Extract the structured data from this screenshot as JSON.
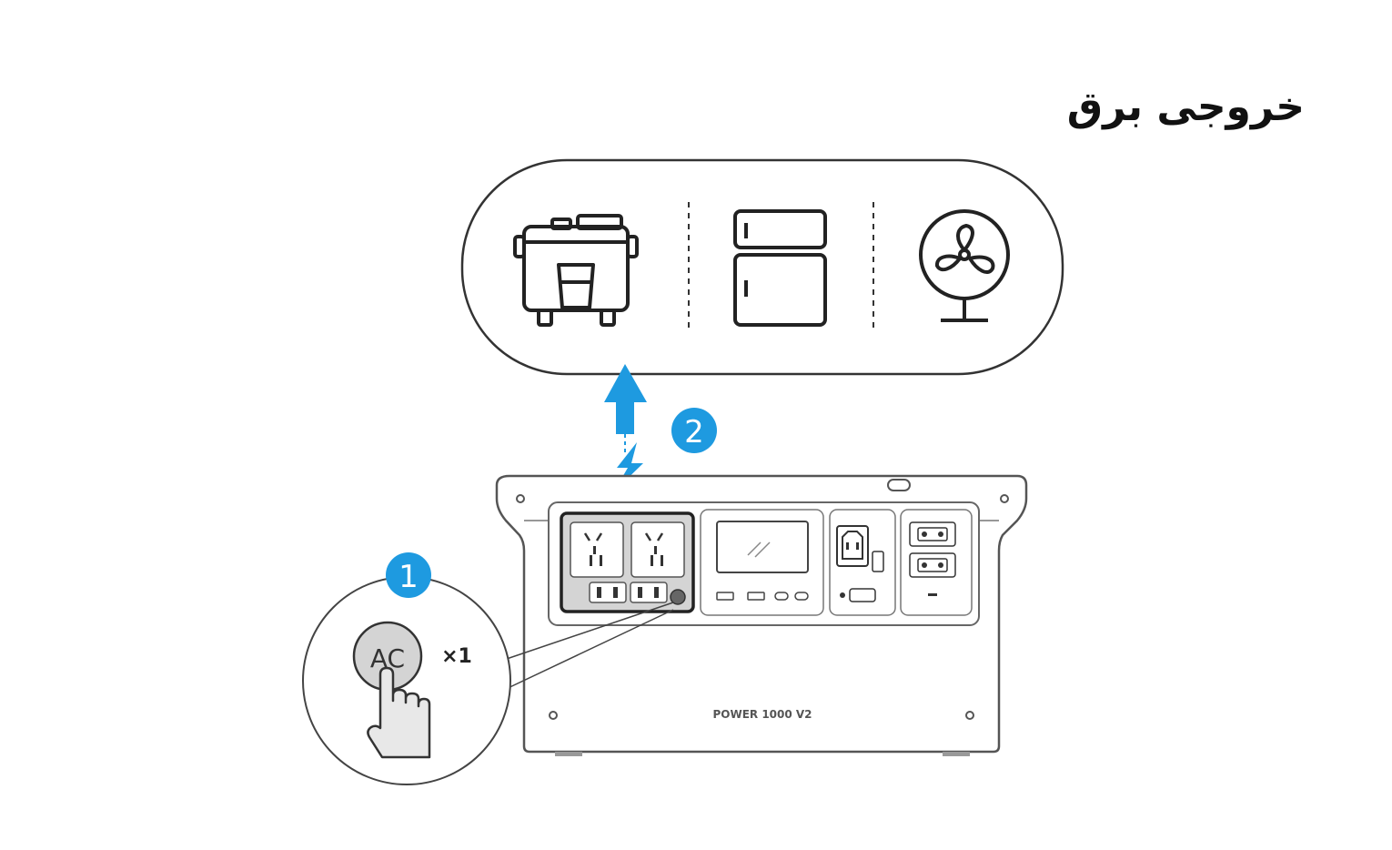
{
  "header": {
    "title": "خروجی برق"
  },
  "appliances": [
    {
      "name": "rice-cooker-icon"
    },
    {
      "name": "refrigerator-icon"
    },
    {
      "name": "fan-icon"
    }
  ],
  "steps": [
    {
      "number": "1"
    },
    {
      "number": "2"
    }
  ],
  "button": {
    "label": "AC",
    "press_count": "×1"
  },
  "device": {
    "model": "POWER 1000 V2"
  },
  "colors": {
    "accent": "#1e9ae0",
    "line": "#333333",
    "panel_dark": "#444444",
    "light_fill": "#e6e6e6"
  }
}
